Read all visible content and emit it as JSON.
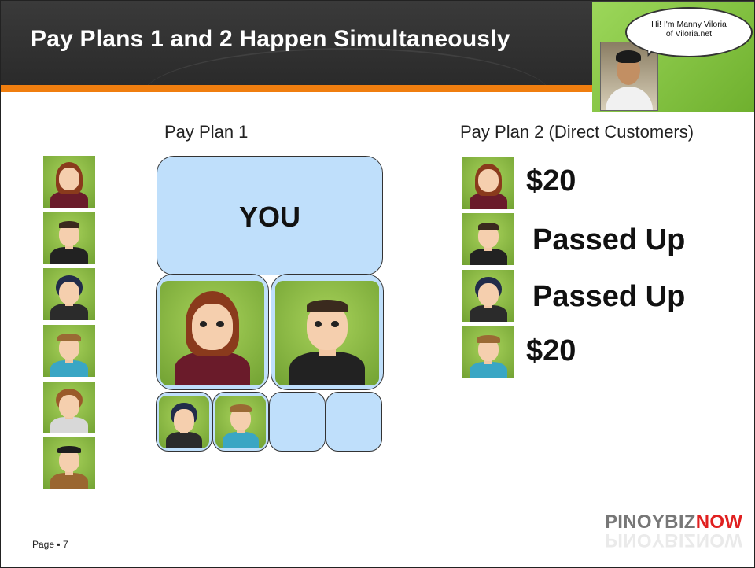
{
  "header": {
    "title": "Pay Plans 1 and 2 Happen Simultaneously",
    "bubble_line1": "Hi! I'm Manny Viloria",
    "bubble_line2": "of Viloria.net"
  },
  "plan1": {
    "title": "Pay Plan 1",
    "you_label": "YOU"
  },
  "plan2": {
    "title": "Pay Plan 2 (Direct Customers)",
    "rows": [
      {
        "earning": "$20"
      },
      {
        "earning": "Passed Up"
      },
      {
        "earning": "Passed Up"
      },
      {
        "earning": "$20"
      }
    ]
  },
  "footer": {
    "logo_part1": "PINOYBIZ",
    "logo_part2": "NOW",
    "page_label": "Page ▪ 7"
  },
  "colors": {
    "header_bg": "#2f2f2f",
    "accent_orange": "#f07e0f",
    "box_fill": "#bfdffb",
    "avatar_green": "#8fc04a",
    "logo_red": "#e02020"
  }
}
